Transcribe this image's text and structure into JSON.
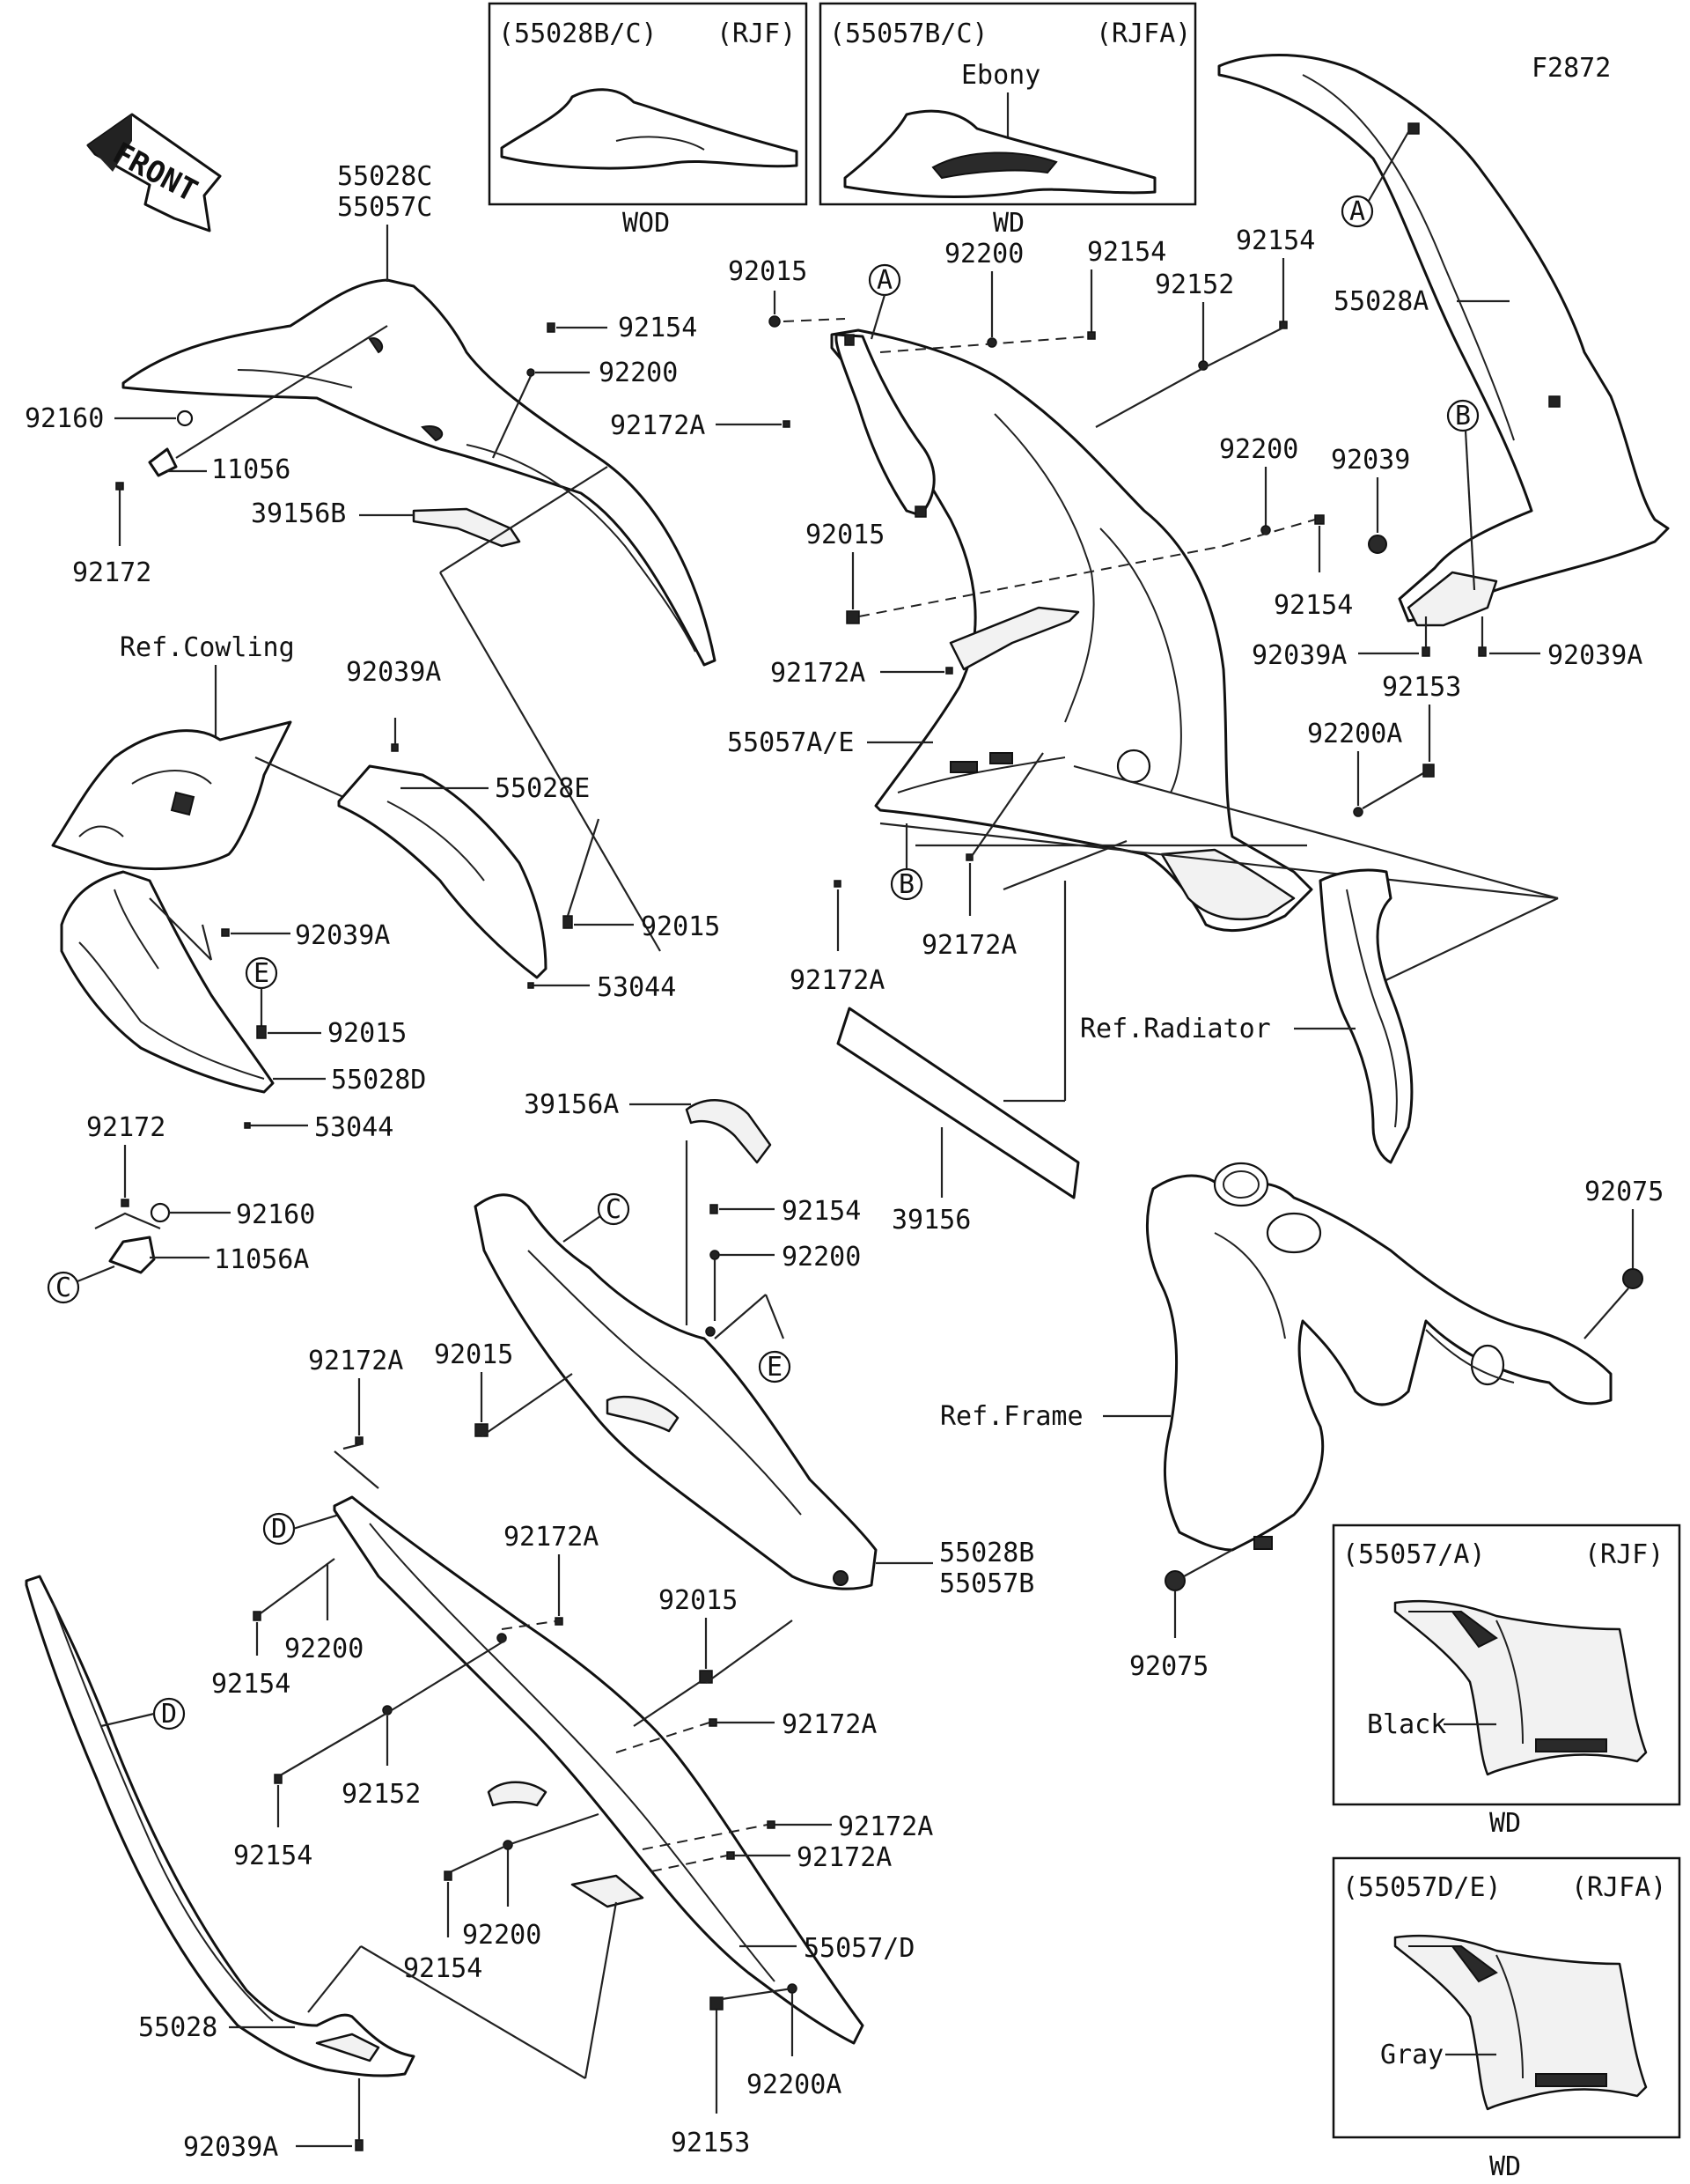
{
  "figure_code": "F2872",
  "front_label": "FRONT",
  "insets": {
    "rjf_upper": {
      "part": "(55028B/C)",
      "region": "(RJF)",
      "caption": "WOD"
    },
    "rjfa_upper": {
      "part": "(55057B/C)",
      "region": "(RJFA)",
      "color": "Ebony",
      "caption": "WD"
    },
    "rjf_side": {
      "part": "(55057/A)",
      "region": "(RJF)",
      "color": "Black",
      "caption": "WD"
    },
    "rjfa_side": {
      "part": "(55057D/E)",
      "region": "(RJFA)",
      "color": "Gray",
      "caption": "WD"
    }
  },
  "references": {
    "cowling": "Ref.Cowling",
    "radiator": "Ref.Radiator",
    "frame": "Ref.Frame"
  },
  "callouts": [
    "A",
    "B",
    "C",
    "D",
    "E"
  ],
  "labels": {
    "p55028C": "55028C",
    "p55057C": "55057C",
    "p92160_a": "92160",
    "p11056": "11056",
    "p92172_a": "92172",
    "p39156B": "39156B",
    "p92154_top": "92154",
    "p92200_top": "92200",
    "p92015_top": "92015",
    "p92172A_top": "92172A",
    "p92200_mid": "92200",
    "p92154_mid": "92154",
    "p92152_top": "92152",
    "p92154_right": "92154",
    "p55028A": "55028A",
    "p92039": "92039",
    "p92200_right": "92200",
    "p92154_right2": "92154",
    "p92015_mid": "92015",
    "p92172A_mid": "92172A",
    "p92039A_r1": "92039A",
    "p92039A_r2": "92039A",
    "p92153_r": "92153",
    "p55057AE": "55057A/E",
    "p92200A_r": "92200A",
    "p92172A_b1": "92172A",
    "p92172A_b2": "92172A",
    "p92039A_l1": "92039A",
    "p55028E": "55028E",
    "p92039A_l2": "92039A",
    "p92015_l": "92015",
    "p53044_a": "53044",
    "p92015_e": "92015",
    "p55028D": "55028D",
    "p53044_b": "53044",
    "p92172_b": "92172",
    "p92160_b": "92160",
    "p11056A": "11056A",
    "p39156A": "39156A",
    "p39156": "39156",
    "p92154_c": "92154",
    "p92200_c": "92200",
    "p92075_a": "92075",
    "p92075_b": "92075",
    "p92172A_d": "92172A",
    "p92015_d": "92015",
    "p55028B": "55028B",
    "p55057B": "55057B",
    "p92172A_e": "92172A",
    "p92015_e2": "92015",
    "p92200_d": "92200",
    "p92154_d": "92154",
    "p92152_d": "92152",
    "p92154_d2": "92154",
    "p92172A_f": "92172A",
    "p92172A_g": "92172A",
    "p92172A_h": "92172A",
    "p92200_e": "92200",
    "p92154_e": "92154",
    "p55057D": "55057/D",
    "p55028": "55028",
    "p92039A_bot": "92039A",
    "p92153_bot": "92153",
    "p92200A_bot": "92200A"
  }
}
